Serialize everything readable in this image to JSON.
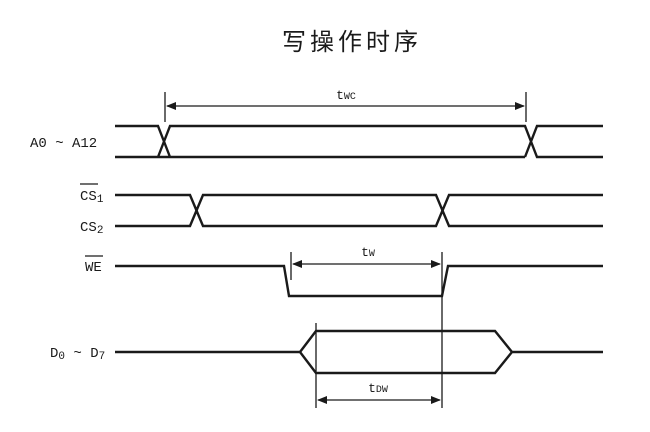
{
  "title": "写操作时序",
  "signals": {
    "address": "A0 ~ A12",
    "cs1": "CS1",
    "cs2": "CS2",
    "we": "WE",
    "data": "D0 ~ D7"
  },
  "timing": {
    "twc": "tWC",
    "tw": "tW",
    "tdw": "tDW"
  }
}
